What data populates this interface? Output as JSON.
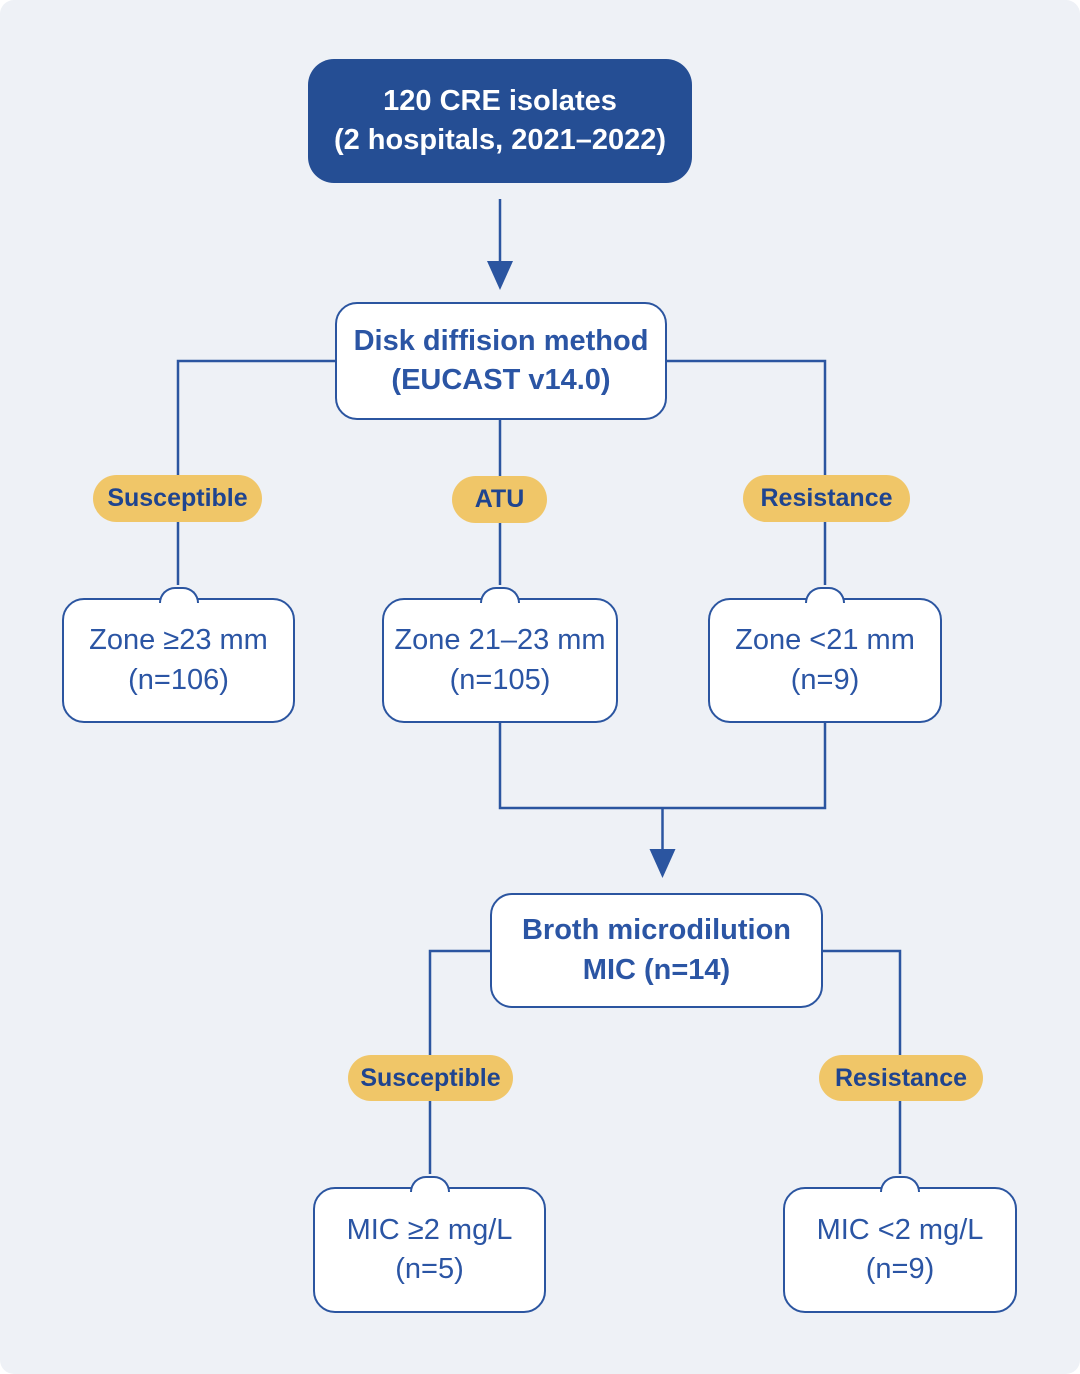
{
  "diagram": {
    "root_box": {
      "line1": "120 CRE isolates",
      "line2": "(2 hospitals, 2021–2022)"
    },
    "method_box": {
      "line1": "Disk diffision method",
      "line2": "(EUCAST v14.0)"
    },
    "pills_row1": [
      {
        "label": "Susceptible"
      },
      {
        "label": "ATU"
      },
      {
        "label": "Resistance"
      }
    ],
    "zone_boxes": [
      {
        "line1": "Zone ≥23 mm",
        "line2": "(n=106)"
      },
      {
        "line1": "Zone 21–23 mm",
        "line2": "(n=105)"
      },
      {
        "line1": "Zone <21 mm",
        "line2": "(n=9)"
      }
    ],
    "bmd_box": {
      "line1": "Broth microdilution",
      "line2": "MIC (n=14)"
    },
    "pills_row2": [
      {
        "label": "Susceptible"
      },
      {
        "label": "Resistance"
      }
    ],
    "mic_boxes": [
      {
        "line1": "MIC ≥2 mg/L",
        "line2": "(n=5)"
      },
      {
        "line1": "MIC <2 mg/L",
        "line2": "(n=9)"
      }
    ],
    "colors": {
      "background": "#eef1f6",
      "navy": "#254e94",
      "line_blue": "#2b55a0",
      "text_blue": "#2b55a4",
      "pill_yellow": "#f0c668",
      "pill_text": "#1f448f"
    }
  }
}
